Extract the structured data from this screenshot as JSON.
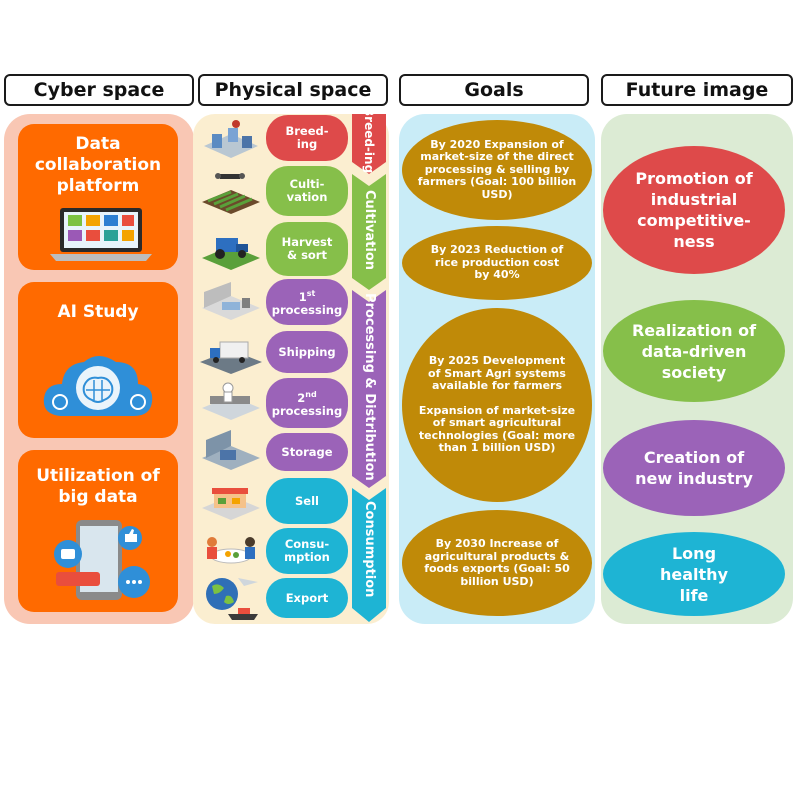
{
  "headers": {
    "cyber": "Cyber space",
    "physical": "Physical space",
    "goals": "Goals",
    "future": "Future image"
  },
  "cyber": {
    "box1": "Data collaboration platform",
    "box2": "AI Study",
    "box3": "Utilization of big data"
  },
  "physical": {
    "pills": [
      {
        "text": "Breed-ing"
      },
      {
        "text": "Culti-vation"
      },
      {
        "text": "Harvest & sort"
      },
      {
        "main": "1",
        "sup": "st",
        "rest": "processing"
      },
      {
        "text": "Shipping"
      },
      {
        "main": "2",
        "sup": "nd",
        "rest": "processing"
      },
      {
        "text": "Storage"
      },
      {
        "text": "Sell"
      },
      {
        "text": "Consu-mption"
      },
      {
        "text": "Export"
      }
    ],
    "stages": {
      "breeding": "Breed-ing",
      "cultivation": "Cultivation",
      "processing": "Processing & Distribution",
      "consumption": "Consumption"
    }
  },
  "goals": {
    "g2020": "By 2020 Expansion of market-size of the direct processing & selling by farmers (Goal: 100 billion USD)",
    "g2023": "By 2023 Reduction of rice production cost by 40%",
    "g2025a": "By 2025 Development of Smart Agri systems available for farmers",
    "g2025b": "Expansion of market-size of smart agricultural technologies (Goal: more than 1 billion USD)",
    "g2030": "By 2030 Increase of agricultural products & foods exports (Goal: 50 billion USD)"
  },
  "future": {
    "f1": "Promotion of industrial competitive-ness",
    "f2": "Realization of data-driven society",
    "f3": "Creation of new industry",
    "f4": "Long healthy life"
  },
  "colors": {
    "orange": "#ff6a00",
    "goal_gold": "#c08a08",
    "red": "#de4a4a",
    "green": "#86bf4a",
    "purple": "#9b63b8",
    "cyan": "#1eb4d4"
  }
}
